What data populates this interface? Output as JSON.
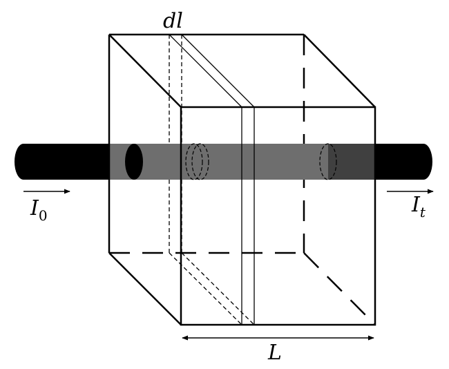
{
  "labels": {
    "slice_thickness": "dl",
    "incident_intensity_symbol": "I",
    "incident_intensity_subscript": "0",
    "transmitted_intensity_symbol": "I",
    "transmitted_intensity_subscript": "t",
    "path_length": "L"
  },
  "colors": {
    "beam_outside": "#000000",
    "beam_inside_entry": "#6e6e6e",
    "beam_inside_exit": "#404040",
    "lines": "#000000"
  }
}
